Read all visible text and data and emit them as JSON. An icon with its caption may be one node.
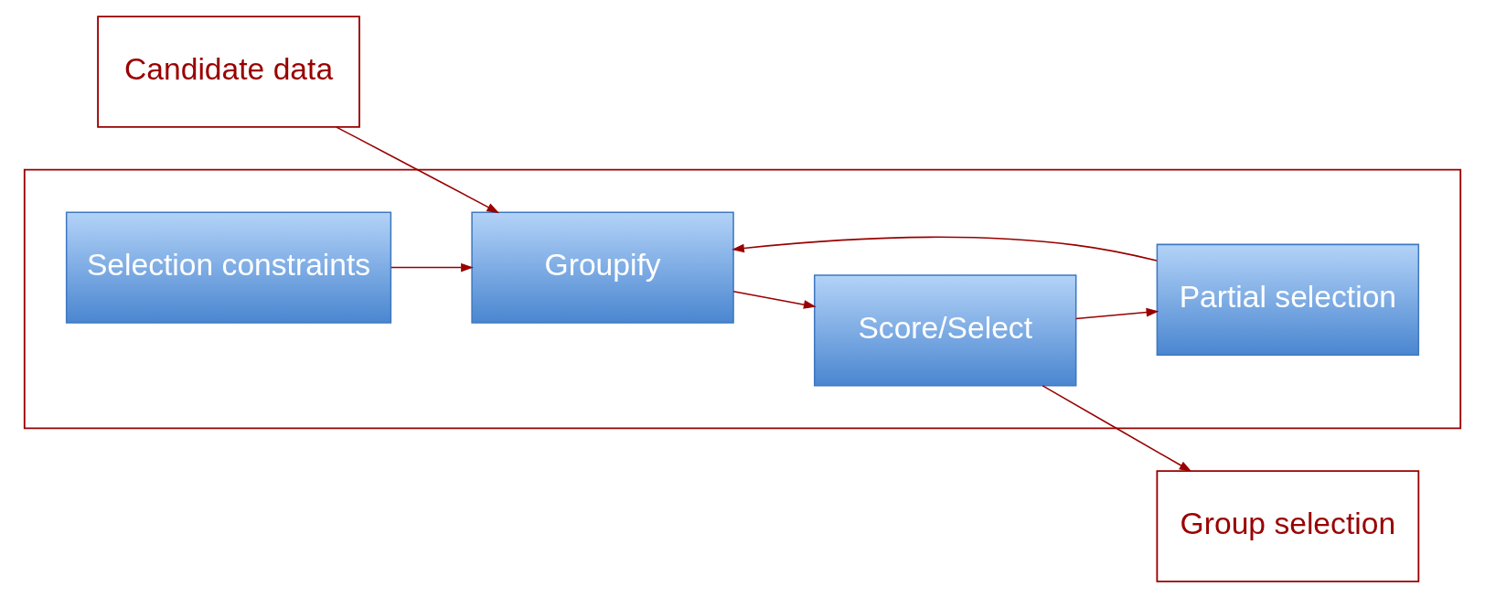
{
  "diagram": {
    "nodes": [
      {
        "text": [
          "Candidate data"
        ]
      },
      {
        "text": [],
        "shape": "box"
      },
      {
        "text": [
          "Selection constraints"
        ],
        "in": 1
      },
      {
        "text": [
          "Groupify"
        ],
        "in": 1
      },
      {
        "text": [
          "Score/Select"
        ],
        "in": 1
      },
      {
        "text": [
          "Partial selection"
        ],
        "in": 1
      },
      {
        "text": [
          "Group selection"
        ]
      }
    ],
    "edges": [
      {
        "from": 0,
        "to": 3,
        "arrow": "to"
      },
      {
        "from": 2,
        "to": 3,
        "arrow": "to"
      },
      {
        "from": 3,
        "to": 4,
        "arrow": "to"
      },
      {
        "from": 4,
        "to": 5,
        "arrow": "to"
      },
      {
        "from": 5,
        "to": 3,
        "arrow": "to"
      },
      {
        "from": 4,
        "to": 6,
        "arrow": "to"
      }
    ]
  }
}
